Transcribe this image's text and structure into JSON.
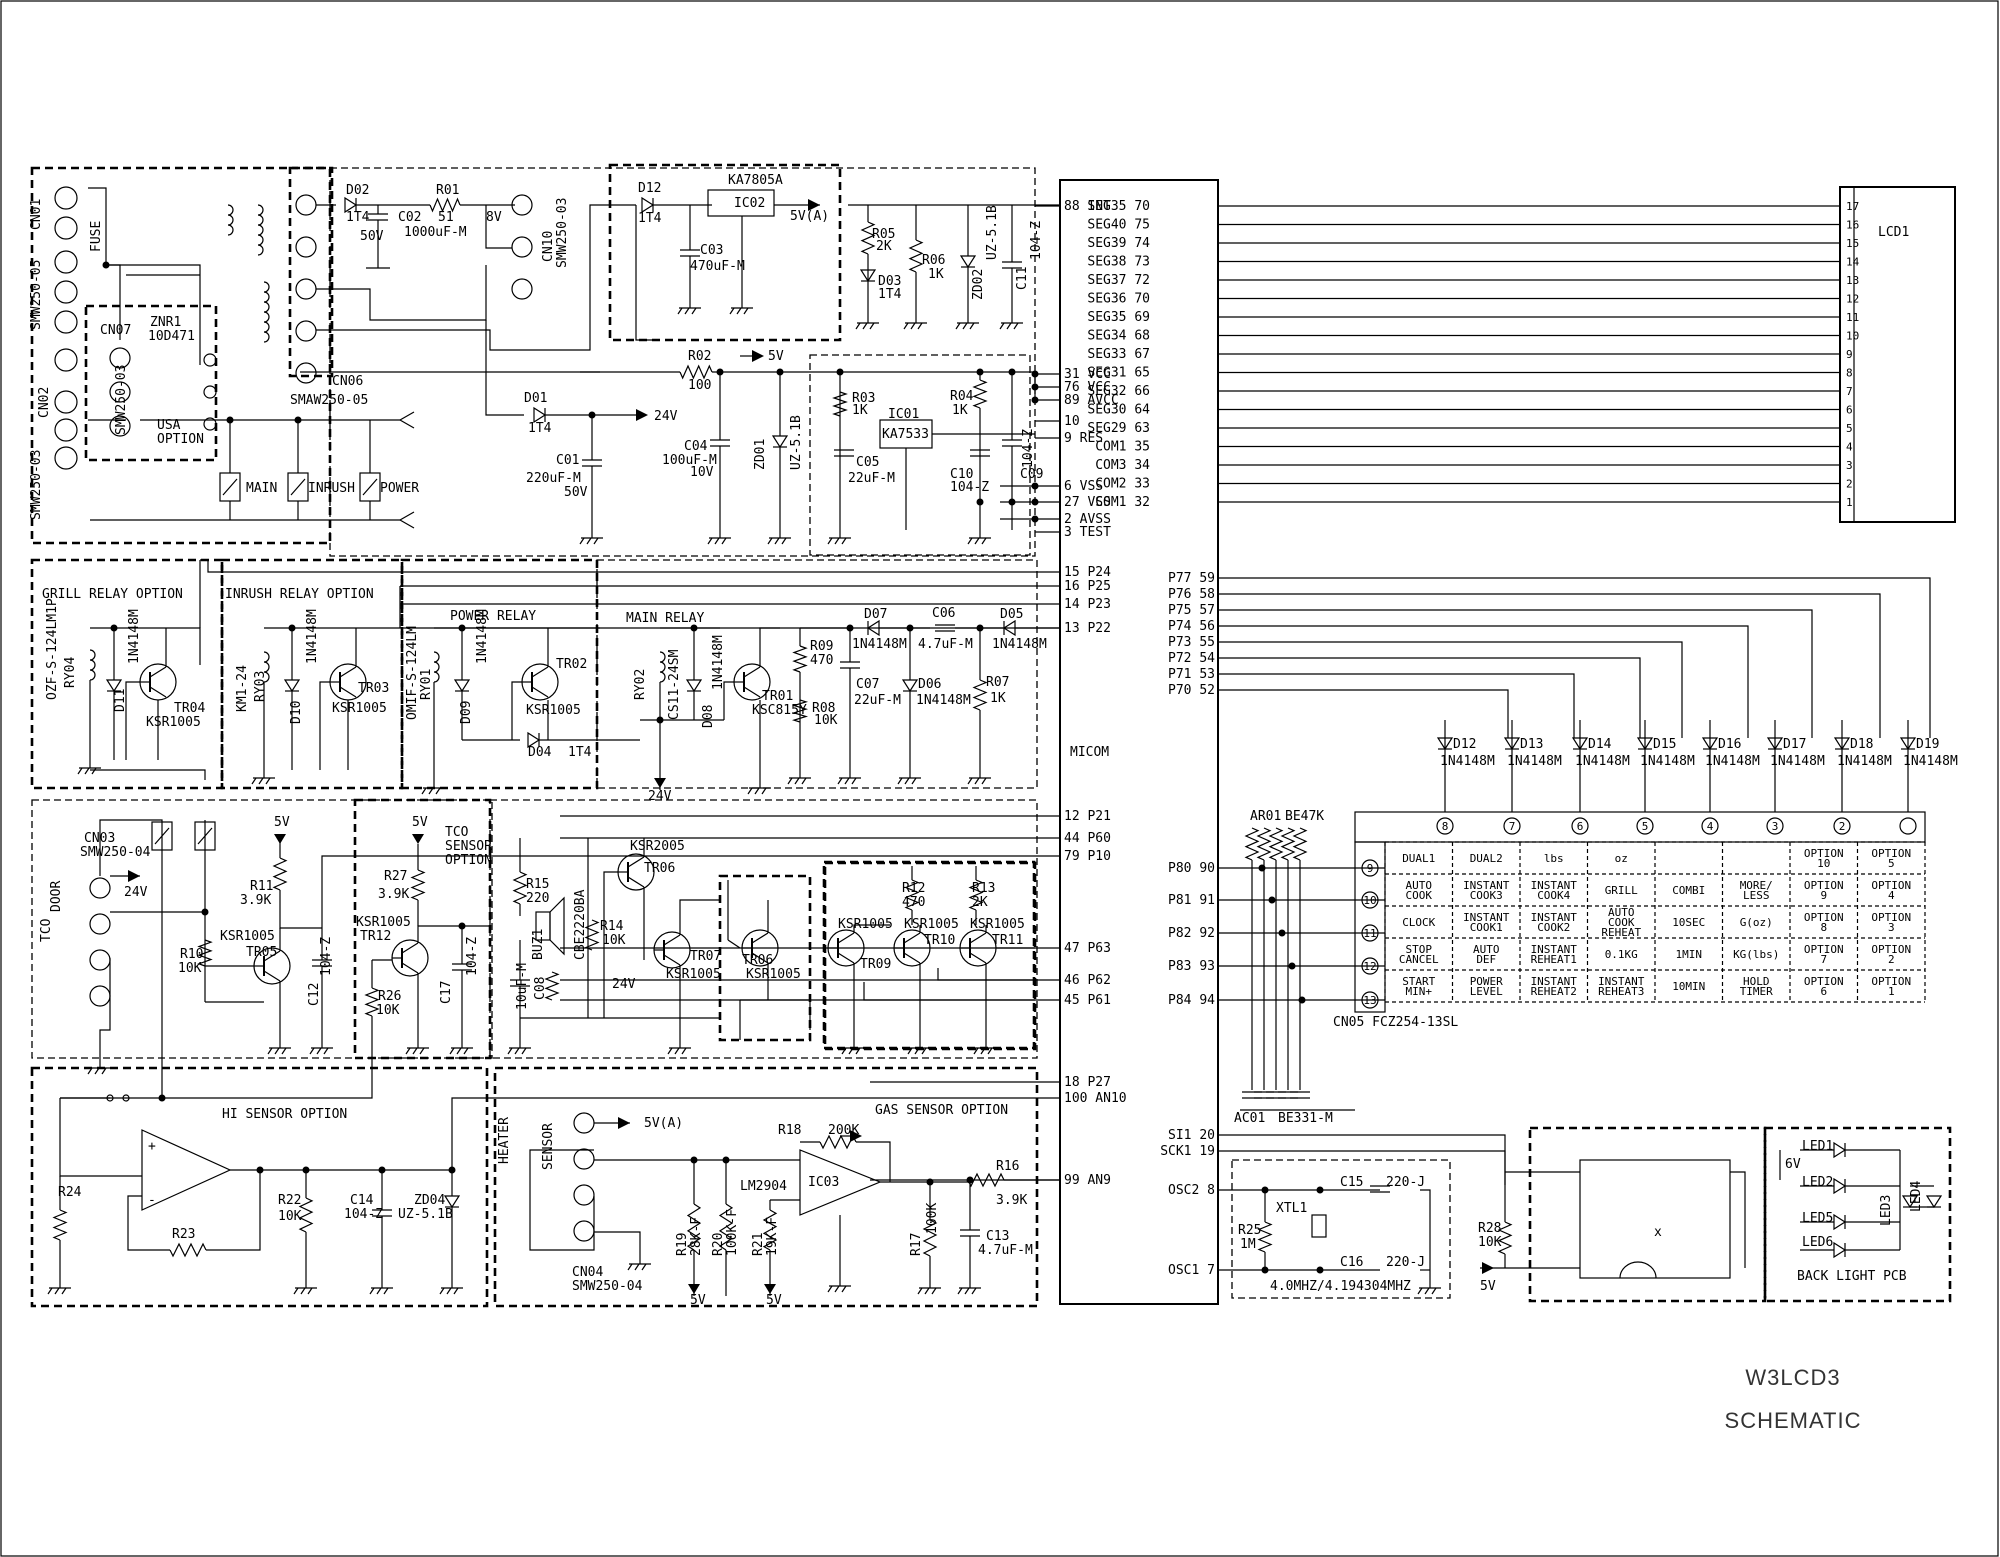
{
  "title": {
    "line1": "W3LCD3",
    "line2": "SCHEMATIC"
  },
  "micom": {
    "label": "MICOM",
    "top_pins": [
      "88 INT",
      "31 VCC",
      "76 VCC",
      "89 AVCC",
      "10",
      "9 RES",
      "6 VSS",
      "27 VSS",
      "2 AVSS",
      "3 TEST"
    ],
    "relay_pins": [
      "15 P24",
      "16 P25",
      "14 P23",
      "13 P22"
    ],
    "mid_pins": [
      "12 P21",
      "44 P60",
      "79 P10",
      "47 P63",
      "46 P62",
      "45 P61"
    ],
    "low_pins": [
      "18 P27",
      "100 AN10",
      "99 AN9"
    ]
  },
  "right_pins": {
    "seg": [
      "SEG35 70",
      "SEG40 75",
      "SEG39 74",
      "SEG38 73",
      "SEG37 72",
      "SEG36 70",
      "SEG35 69",
      "SEG34 68",
      "SEG33 67",
      "SEG31 65",
      "SEG32 66",
      "SEG30 64",
      "SEG29 63",
      "COM1  35",
      "COM3  34",
      "COM2  33",
      "COM1  32"
    ],
    "p7": [
      "P77 59",
      "P76 58",
      "P75 57",
      "P74 56",
      "P73 55",
      "P72 54",
      "P71 53",
      "P70 52"
    ],
    "p8": [
      "P80 90",
      "P81 91",
      "P82 92",
      "P83 93",
      "P84 94"
    ],
    "serial": [
      "SI1 20",
      "SCK1 19"
    ],
    "osc": [
      "OSC2 8",
      "OSC1 7"
    ]
  },
  "lcd": {
    "label": "LCD1",
    "pins": [
      "17",
      "16",
      "15",
      "14",
      "13",
      "12",
      "11",
      "10",
      "9",
      "8",
      "7",
      "6",
      "5",
      "4",
      "3",
      "2",
      "1"
    ]
  },
  "key_diodes": [
    {
      "name": "D12",
      "part": "1N4148M"
    },
    {
      "name": "D13",
      "part": "1N4148M"
    },
    {
      "name": "D14",
      "part": "1N4148M"
    },
    {
      "name": "D15",
      "part": "1N4148M"
    },
    {
      "name": "D16",
      "part": "1N4148M"
    },
    {
      "name": "D17",
      "part": "1N4148M"
    },
    {
      "name": "D18",
      "part": "1N4148M"
    },
    {
      "name": "D19",
      "part": "1N4148M"
    }
  ],
  "keypad": {
    "col_numbers": [
      "8",
      "7",
      "6",
      "5",
      "4",
      "3",
      "2",
      ""
    ],
    "row_numbers": [
      "9",
      "10",
      "11",
      "12",
      "13"
    ],
    "rows": [
      [
        "DUAL1",
        "DUAL2",
        "lbs",
        "oz",
        "",
        "",
        "OPTION\n10",
        "OPTION\n5"
      ],
      [
        "AUTO\nCOOK",
        "INSTANT\nCOOK3",
        "INSTANT\nCOOK4",
        "GRILL",
        "COMBI",
        "MORE/\nLESS",
        "OPTION\n9",
        "OPTION\n4"
      ],
      [
        "CLOCK",
        "INSTANT\nCOOK1",
        "INSTANT\nCOOK2",
        "AUTO\nCOOK\nREHEAT",
        "10SEC",
        "G(oz)",
        "OPTION\n8",
        "OPTION\n3"
      ],
      [
        "STOP\nCANCEL",
        "AUTO\nDEF",
        "INSTANT\nREHEAT1",
        "0.1KG",
        "1MIN",
        "KG(lbs)",
        "OPTION\n7",
        "OPTION\n2"
      ],
      [
        "START\nMIN+",
        "POWER\nLEVEL",
        "INSTANT\nREHEAT2",
        "INSTANT\nREHEAT3",
        "10MIN",
        "HOLD\nTIMER",
        "OPTION\n6",
        "OPTION\n1"
      ]
    ],
    "connector": "CN05  FCZ254-13SL",
    "resistor_array": {
      "name": "AR01",
      "value": "BE47K"
    },
    "cap_array": {
      "name": "AC01",
      "value": "BE331-M"
    }
  },
  "sections": {
    "grill_relay": "GRILL RELAY OPTION",
    "inrush_relay": "INRUSH RELAY OPTION",
    "power_relay": "POWER RELAY",
    "main_relay": "MAIN RELAY",
    "hi_sensor": "HI SENSOR OPTION",
    "gas_sensor": "GAS SENSOR OPTION",
    "tco_sensor": "TCO\nSENSOR\nOPTION",
    "usa_option": "USA\nOPTION",
    "back_light": "BACK LIGHT  PCB"
  },
  "labels": {
    "cn01": "CN01",
    "smw_05": "SMW250-05",
    "fuse": "FUSE",
    "cn07": "CN07",
    "znr1": "ZNR1",
    "znr1_val": "10D471",
    "cn02": "CN02",
    "smw_03a": "SMW250-03",
    "smw_03b": "SMW250-03",
    "main": "MAIN",
    "inrush": "INRUSH",
    "power": "POWER",
    "cn06": "CN06",
    "smaw_05": "SMAW250-05",
    "d02": "D02",
    "t4a": "1T4",
    "r01": "R01",
    "r01v": "51",
    "v8": "8V",
    "c02": "C02",
    "c02v": "1000uF-M",
    "v50a": "50V",
    "cn10": "CN10",
    "smw_03c": "SMW250-03",
    "d12p": "D12",
    "t4b": "1T4",
    "ka7805": "KA7805A",
    "ic02": "IC02",
    "v5a": "5V(A)",
    "c03": "C03",
    "c03v": "470uF-M",
    "r05": "R05",
    "r05v": "2K",
    "r06": "R06",
    "r06v": "1K",
    "zd02": "ZD02",
    "uz51a": "UZ-5.1B",
    "c11": "C11",
    "z104a": "104-Z",
    "d03": "D03",
    "t4c": "1T4",
    "r02": "R02",
    "r02v": "100",
    "v5": "5V",
    "d01": "D01",
    "t4d": "1T4",
    "v24": "24V",
    "c01": "C01",
    "c01v": "220uF-M",
    "v50b": "50V",
    "c04": "C04",
    "c04v": "100uF-M",
    "v10": "10V",
    "zd01": "ZD01",
    "uz51b": "UZ-5.1B",
    "r03": "R03",
    "r03v": "1K",
    "c05": "C05",
    "c05v": "22uF-M",
    "ic01": "IC01",
    "ka7533": "KA7533",
    "r04": "R04",
    "r04v": "1K",
    "c10": "C10",
    "z104b": "104-Z",
    "c09": "C09",
    "z104c": "104-Z",
    "oz": "OZF-S-124LM1P",
    "ry04": "RY04",
    "d11": "D11",
    "n4148a": "1N4148M",
    "tr04": "TR04",
    "ksr1005a": "KSR1005",
    "km": "KM1-24",
    "ry03": "RY03",
    "d10": "D10",
    "n4148b": "1N4148M",
    "tr03": "TR03",
    "ksr1005b": "KSR1005",
    "omif": "OMIF-S-124LM",
    "ry01": "RY01",
    "d09": "D09",
    "n4148c": "1N4148M",
    "tr02": "TR02",
    "ksr1005c": "KSR1005",
    "d04": "D04",
    "t4e": "1T4",
    "ry02": "RY02",
    "cs11": "CS11-24SM",
    "d08": "D08",
    "n4148d": "1N4148M",
    "tr01": "TR01",
    "ksc815": "KSC815Y",
    "r09": "R09",
    "r09v": "470",
    "r08": "R08",
    "r08v": "10K",
    "d07": "D07",
    "n4148e": "1N4148M",
    "c06": "C06",
    "c06v": "4.7uF-M",
    "d05": "D05",
    "n4148f": "1N4148M",
    "c07": "C07",
    "c07v": "22uF-M",
    "d06": "D06",
    "n4148g": "1N4148M",
    "r07": "R07",
    "r07v": "1K",
    "v24b": "24V",
    "cn03": "CN03",
    "smw_04a": "SMW250-04",
    "v24c": "24V",
    "tco": "TCO",
    "door": "DOOR",
    "v5b": "5V",
    "r11": "R11",
    "r11v": "3.9K",
    "tr05": "TR05",
    "ksr1005d": "KSR1005",
    "r10": "R10",
    "r10v": "10K",
    "c12": "C12",
    "z104d": "104-Z",
    "v5c": "5V",
    "r27": "R27",
    "r27v": "3.9K",
    "tr12": "TR12",
    "ksr1005e": "KSR1005",
    "r26": "R26",
    "r26v": "10K",
    "c17": "C17",
    "z104e": "104-Z",
    "r15": "R15",
    "r15v": "220",
    "buz1": "BUZ1",
    "cbe": "CBE2220BA",
    "r14": "R14",
    "r14v": "10K",
    "c08": "C08",
    "c08v": "10uF-M",
    "ksr2005": "KSR2005",
    "tr06a": "TR06",
    "v24d": "24V",
    "tr07": "TR07",
    "ksr1005f": "KSR1005",
    "tr06b": "TR06",
    "ksr1005g": "KSR1005",
    "r12": "R12",
    "r12v": "470",
    "r13": "R13",
    "r13v": "2K",
    "ksr1005h": "KSR1005",
    "tr09": "TR09",
    "ksr1005i": "KSR1005",
    "tr10": "TR10",
    "ksr1005j": "KSR1005",
    "tr11": "TR11",
    "r24": "R24",
    "r23": "R23",
    "r22": "R22",
    "r22v": "10K",
    "c14": "C14",
    "z104f": "104-Z",
    "zd04": "ZD04",
    "uz51c": "UZ-5.1B",
    "heater": "HEATER",
    "sensor": "SENSOR",
    "v5d": "5V(A)",
    "r18": "R18",
    "r18v": "200K",
    "lm2904": "LM2904",
    "ic03": "IC03",
    "r16": "R16",
    "r16v": "3.9K",
    "r19": "R19",
    "r19v": "28K-F",
    "r20": "R20",
    "r20v": "100K-F",
    "r21": "R21",
    "r21v": "19K-F",
    "v5e": "5V",
    "v5f": "5V",
    "r17": "R17",
    "r17v": "100K",
    "c13": "C13",
    "c13v": "4.7uF-M",
    "cn04": "CN04",
    "smw_04b": "SMW250-04",
    "xtl1": "XTL1",
    "r25": "R25",
    "r25v": "1M",
    "c15": "C15",
    "c15v": "220-J",
    "c16": "C16",
    "c16v": "220-J",
    "osc_val": "4.0MHZ/4.194304MHZ",
    "r28": "R28",
    "r28v": "10K",
    "v5g": "5V",
    "led1": "LED1",
    "led2": "LED2",
    "led3": "LED3",
    "led4": "LED4",
    "led5": "LED5",
    "led6": "LED6",
    "v6": "6V",
    "xmark": "x"
  }
}
